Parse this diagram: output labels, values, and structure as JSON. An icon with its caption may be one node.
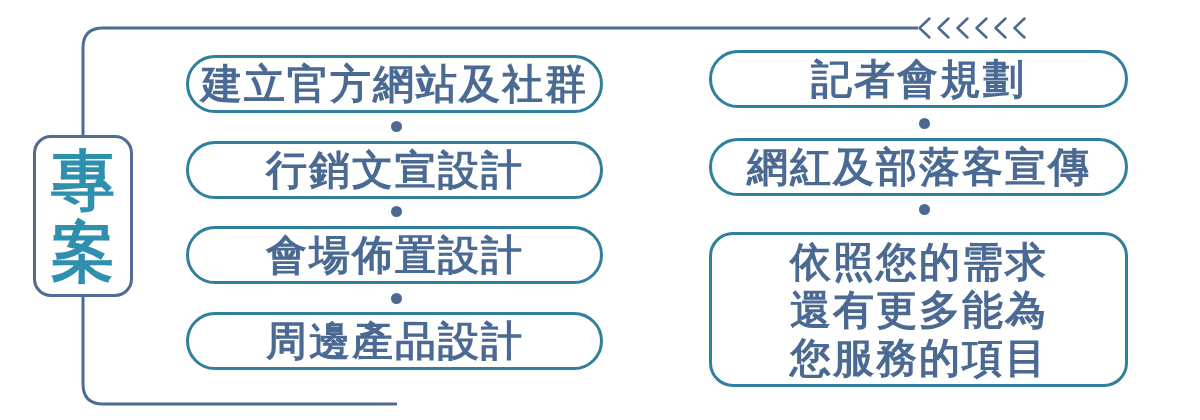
{
  "diagram": {
    "nodes": [
      {
        "text": [
          "專案"
        ]
      },
      {
        "text": [
          "建立官方網站及社群"
        ]
      },
      {
        "text": [
          "行銷文宣設計"
        ]
      },
      {
        "text": [
          "會場佈置設計"
        ]
      },
      {
        "text": [
          "周邊產品設計"
        ]
      },
      {
        "text": [
          "記者會規劃"
        ]
      },
      {
        "text": [
          "網紅及部落客宣傳"
        ]
      },
      {
        "text": [
          "依照您的需求還有更多能為您服務的項目"
        ]
      }
    ]
  }
}
